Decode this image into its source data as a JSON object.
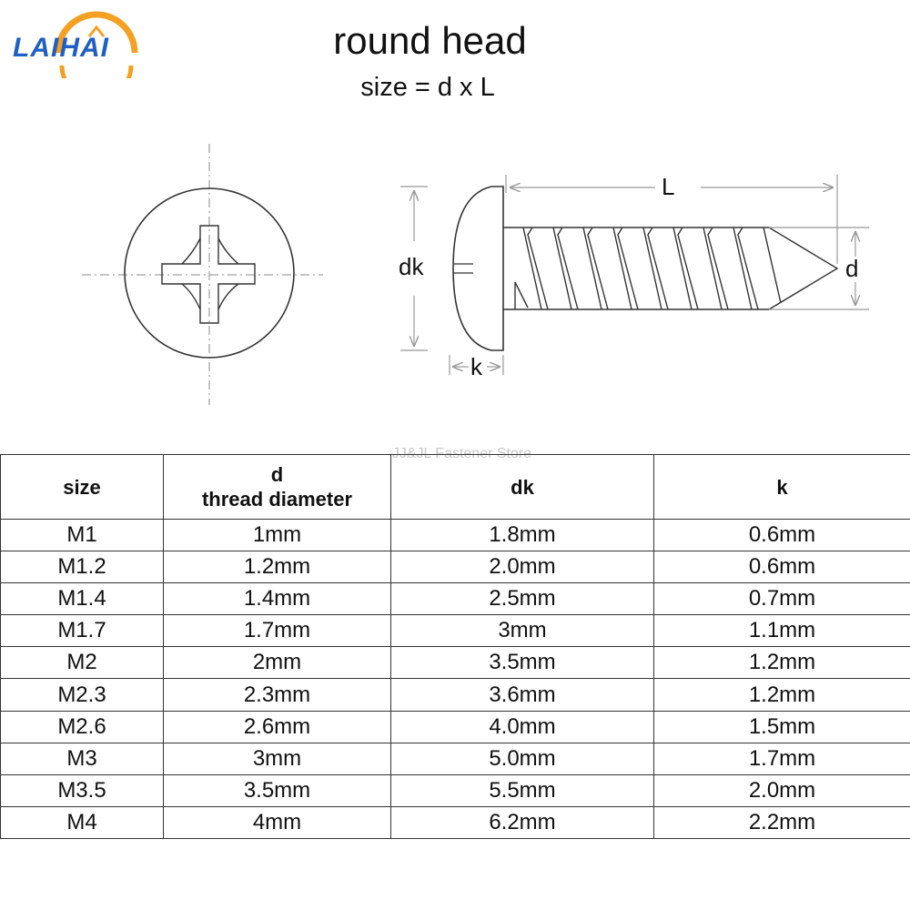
{
  "brand": {
    "logo_text": "LAIHAI",
    "colors": {
      "text": "#1f5fc4",
      "arc": "#f5a020"
    }
  },
  "title": "round head",
  "subtitle": "size = d x L",
  "diagram": {
    "labels": {
      "length": "L",
      "head_diameter": "dk",
      "thread_diameter": "d",
      "head_height": "k"
    },
    "icons": [
      "phillips-head-top-view",
      "pan-head-tapping-screw-side-view"
    ]
  },
  "watermark": "JJ&JL Fastener Store",
  "table": {
    "headers": {
      "size": "size",
      "d_symbol": "d",
      "d_name": "thread diameter",
      "dk": "dk",
      "k": "k"
    },
    "rows": [
      {
        "size": "M1",
        "d": "1mm",
        "dk": "1.8mm",
        "k": "0.6mm"
      },
      {
        "size": "M1.2",
        "d": "1.2mm",
        "dk": "2.0mm",
        "k": "0.6mm"
      },
      {
        "size": "M1.4",
        "d": "1.4mm",
        "dk": "2.5mm",
        "k": "0.7mm"
      },
      {
        "size": "M1.7",
        "d": "1.7mm",
        "dk": "3mm",
        "k": "1.1mm"
      },
      {
        "size": "M2",
        "d": "2mm",
        "dk": "3.5mm",
        "k": "1.2mm"
      },
      {
        "size": "M2.3",
        "d": "2.3mm",
        "dk": "3.6mm",
        "k": "1.2mm"
      },
      {
        "size": "M2.6",
        "d": "2.6mm",
        "dk": "4.0mm",
        "k": "1.5mm"
      },
      {
        "size": "M3",
        "d": "3mm",
        "dk": "5.0mm",
        "k": "1.7mm"
      },
      {
        "size": "M3.5",
        "d": "3.5mm",
        "dk": "5.5mm",
        "k": "2.0mm"
      },
      {
        "size": "M4",
        "d": "4mm",
        "dk": "6.2mm",
        "k": "2.2mm"
      }
    ]
  }
}
